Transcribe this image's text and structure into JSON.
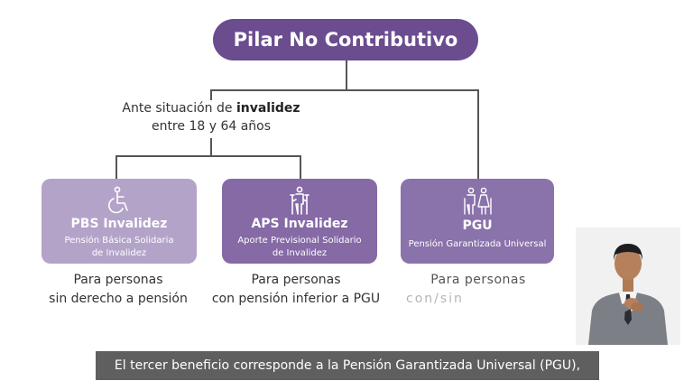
{
  "title": "Pilar No Contributivo",
  "condition": {
    "prefix": "Ante situación de",
    "emphasis": "invalidez",
    "age_range": "entre 18 y 64 años"
  },
  "cards": [
    {
      "title": "PBS Invalidez",
      "subtitle_line1": "Pensión Básica Solidaria",
      "subtitle_line2": "de Invalidez",
      "icon": "wheelchair-icon",
      "color": "#b3a3c9"
    },
    {
      "title": "APS Invalidez",
      "subtitle_line1": "Aporte Previsional Solidario",
      "subtitle_line2": "de Invalidez",
      "icon": "person-with-crutches-icon",
      "color": "#856aa6"
    },
    {
      "title": "PGU",
      "subtitle_line1": "Pensión Garantizada Universal",
      "subtitle_line2": "",
      "icon": "elderly-couple-icon",
      "color": "#8a72ab"
    }
  ],
  "descriptions": [
    {
      "line1": "Para personas",
      "line2": "sin derecho a pensión"
    },
    {
      "line1": "Para personas",
      "line2": "con pensión inferior a PGU"
    },
    {
      "line1": "Para personas",
      "line2": "con/sin"
    }
  ],
  "caption": "El tercer beneficio corresponde a la Pensión Garantizada Universal (PGU),",
  "colors": {
    "accent": "#6a4c8f",
    "caption_bg": "#5f5f5f"
  }
}
